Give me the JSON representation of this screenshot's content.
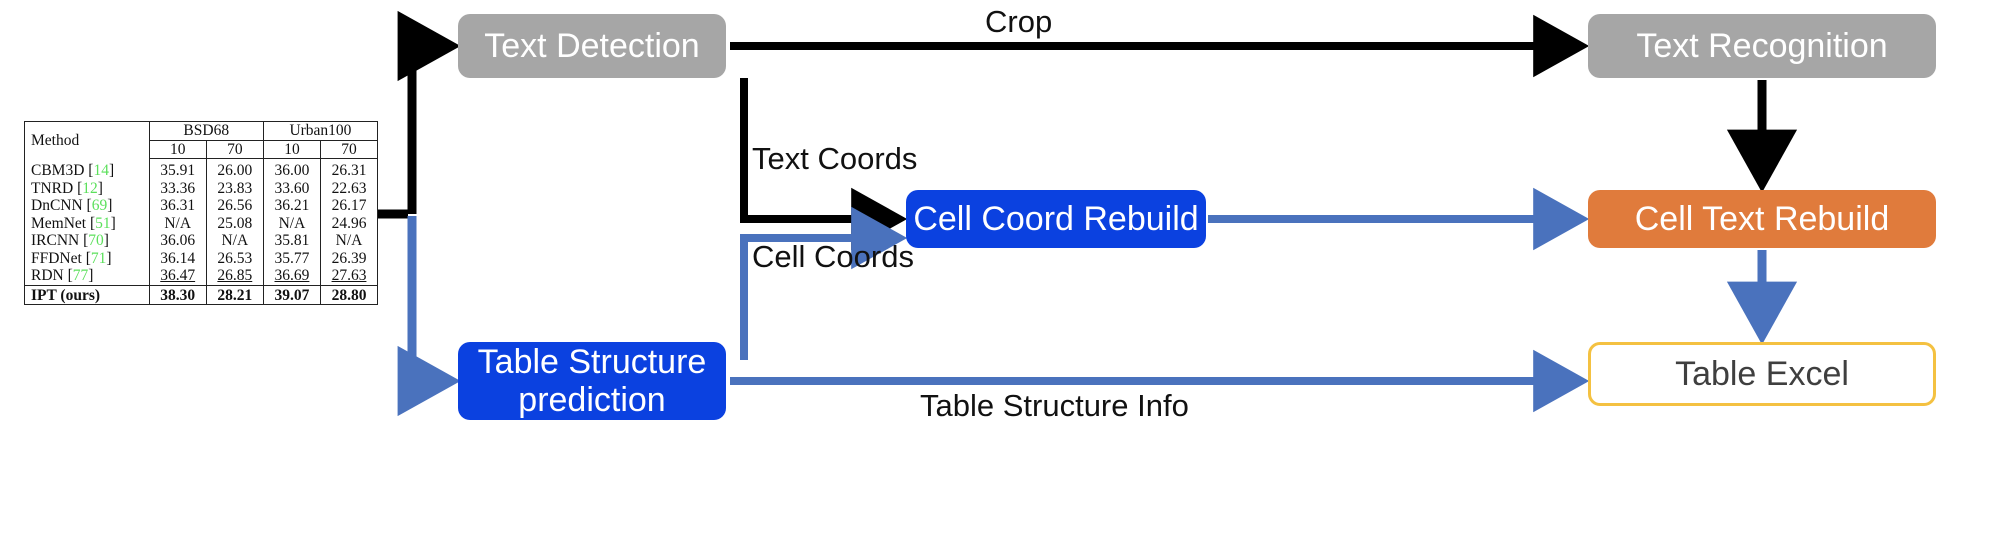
{
  "figure": {
    "caption_present": false,
    "table": {
      "header_groups": [
        "Method",
        "BSD68",
        "Urban100"
      ],
      "sub_headers": [
        "10",
        "70",
        "10",
        "70"
      ],
      "rows": [
        {
          "method": "CBM3D",
          "ref": "14",
          "values": [
            "35.91",
            "26.00",
            "36.00",
            "26.31"
          ],
          "style": "normal"
        },
        {
          "method": "TNRD",
          "ref": "12",
          "values": [
            "33.36",
            "23.83",
            "33.60",
            "22.63"
          ],
          "style": "normal"
        },
        {
          "method": "DnCNN",
          "ref": "69",
          "values": [
            "36.31",
            "26.56",
            "36.21",
            "26.17"
          ],
          "style": "normal"
        },
        {
          "method": "MemNet",
          "ref": "51",
          "values": [
            "N/A",
            "25.08",
            "N/A",
            "24.96"
          ],
          "style": "normal"
        },
        {
          "method": "IRCNN",
          "ref": "70",
          "values": [
            "36.06",
            "N/A",
            "35.81",
            "N/A"
          ],
          "style": "normal"
        },
        {
          "method": "FFDNet",
          "ref": "71",
          "values": [
            "36.14",
            "26.53",
            "35.77",
            "26.39"
          ],
          "style": "normal"
        },
        {
          "method": "RDN",
          "ref": "77",
          "values": [
            "36.47",
            "26.85",
            "36.69",
            "27.63"
          ],
          "style": "underline"
        },
        {
          "method": "IPT (ours)",
          "ref": "",
          "values": [
            "38.30",
            "28.21",
            "39.07",
            "28.80"
          ],
          "style": "bold"
        }
      ]
    }
  },
  "pipeline": {
    "boxes": {
      "text_detection": "Text Detection",
      "text_recognition": "Text Recognition",
      "cell_coord_rebuild": "Cell Coord Rebuild",
      "cell_text_rebuild": "Cell Text Rebuild",
      "table_structure": "Table Structure\nprediction",
      "table_structure_l1": "Table Structure",
      "table_structure_l2": "prediction",
      "table_excel": "Table Excel"
    },
    "edges": {
      "crop": "Crop",
      "text_coords": "Text Coords",
      "cell_coords": "Cell Coords",
      "table_structure_info": "Table Structure Info"
    }
  },
  "colors": {
    "gray_box": "#a6a6a6",
    "blue_box": "#0b41e0",
    "orange_box": "#e07b3c",
    "yellow_border": "#f4c141",
    "blue_arrow": "#4a72bd",
    "black_arrow": "#000000",
    "ref_green": "#5ce05c",
    "box_text": "#ffffff",
    "excel_text": "#3f3f3f"
  }
}
